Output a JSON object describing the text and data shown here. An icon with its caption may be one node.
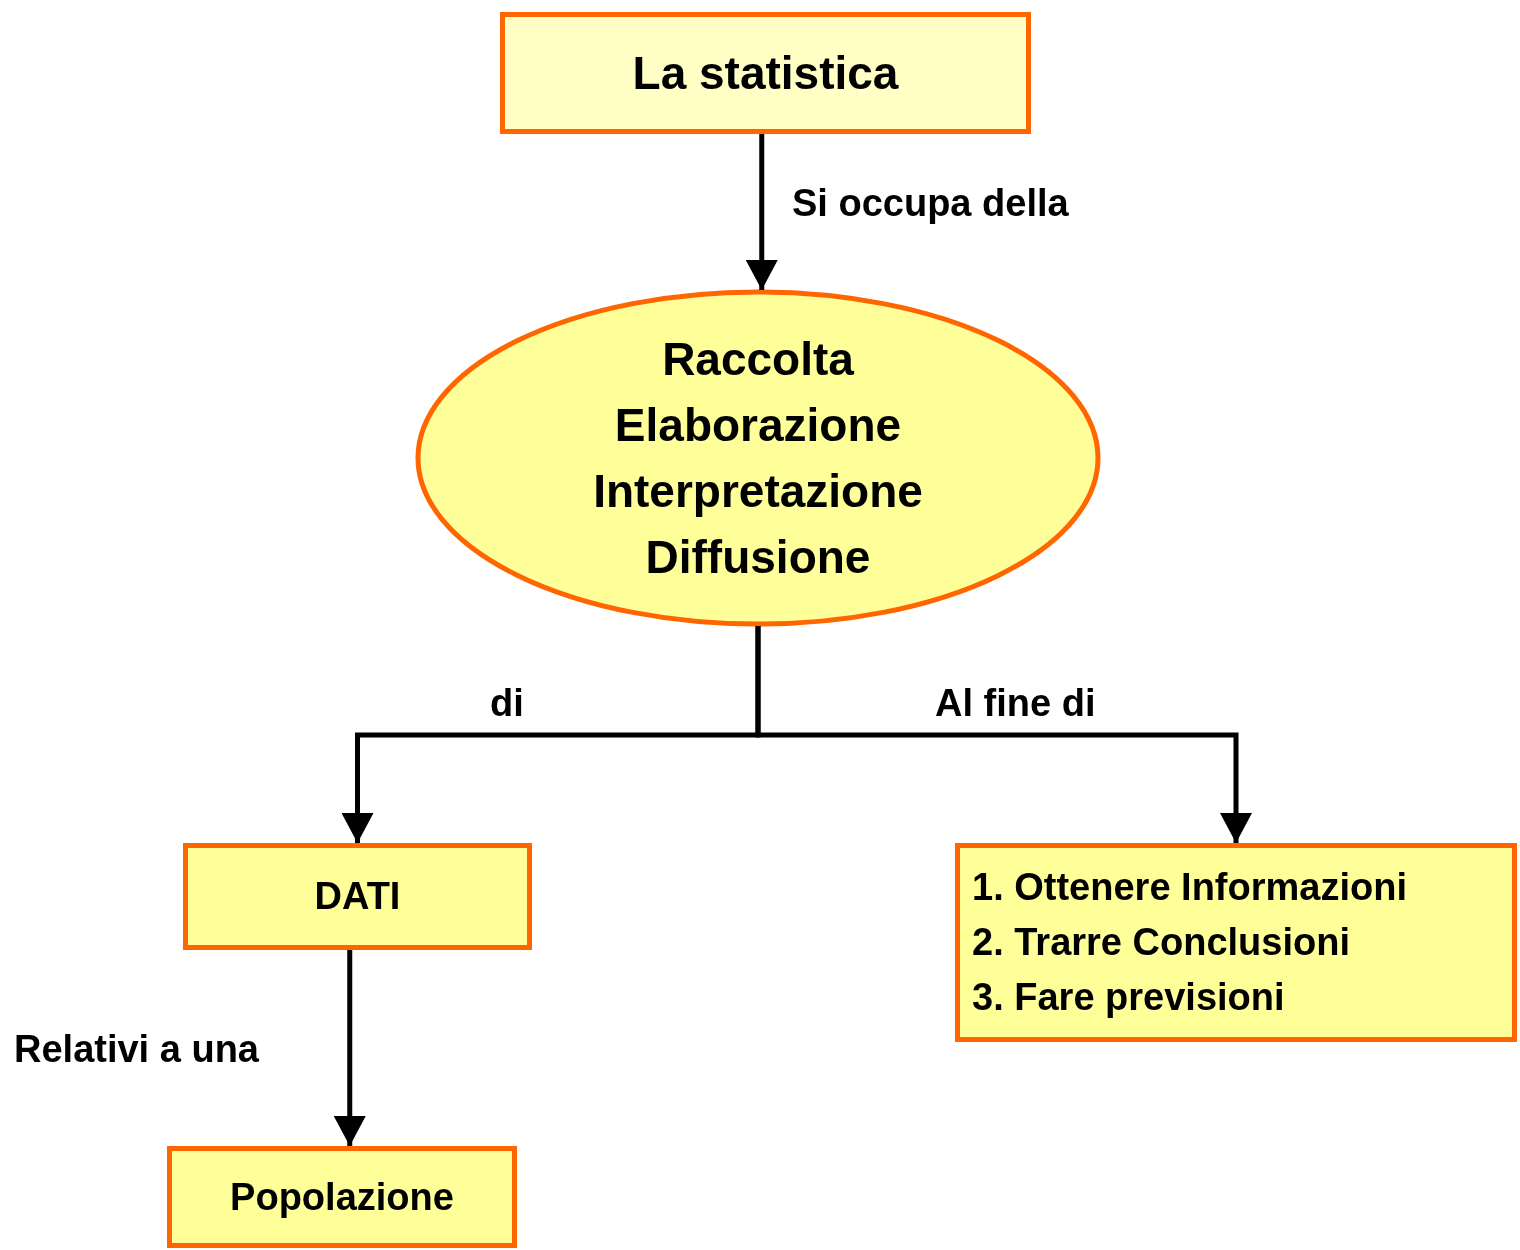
{
  "diagram": {
    "nodes": [
      {
        "text": [
          "La statistica"
        ]
      },
      {
        "text": [
          "Raccolta",
          "Elaborazione",
          "Interpretazione",
          "Diffusione"
        ]
      },
      {
        "text": [
          "DATI"
        ]
      },
      {
        "text": [
          "1. Ottenere Informazioni",
          "2. Trarre Conclusioni",
          "3. Fare previsioni"
        ]
      },
      {
        "text": [
          "Popolazione"
        ]
      }
    ],
    "edges": [
      {
        "from": 0,
        "to": 1,
        "arrow": "to",
        "label": "Si occupa della"
      },
      {
        "from": 1,
        "to": 2,
        "arrow": "to",
        "label": "di"
      },
      {
        "from": 1,
        "to": 3,
        "arrow": "to",
        "label": "Al fine di"
      },
      {
        "from": 2,
        "to": 4,
        "arrow": "to",
        "label": "Relativi a una"
      }
    ]
  }
}
